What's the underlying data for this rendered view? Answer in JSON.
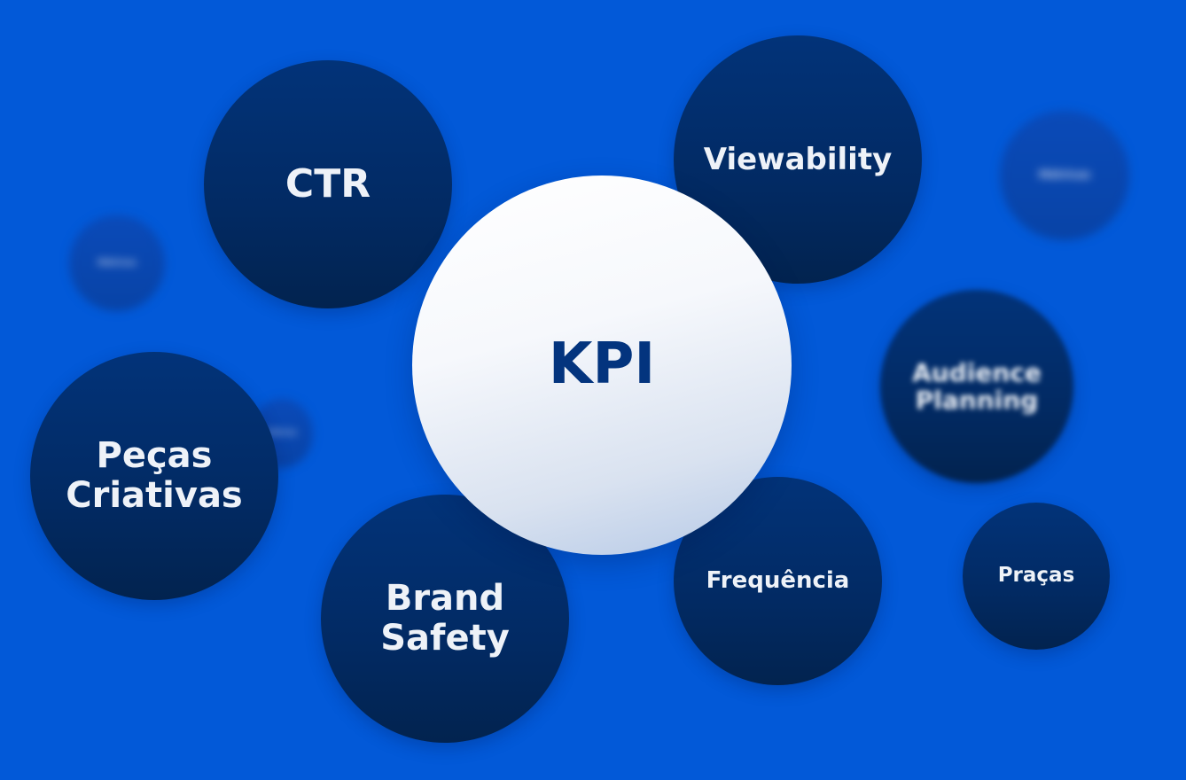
{
  "center": {
    "label": "KPI"
  },
  "bubbles": {
    "ctr": "CTR",
    "viewability": "Viewability",
    "audience": "Audience\nPlanning",
    "pecas": "Peças\nCriativas",
    "brand": "Brand\nSafety",
    "frequencia": "Frequência",
    "pracas": "Praças"
  },
  "blurred_bubbles": {
    "right": "Métricas",
    "left": "Métricas",
    "mid": "Métricas"
  },
  "colors": {
    "background": "#0259d8",
    "bubble_dark": "#022a63",
    "bubble_text": "#eef2f8",
    "kpi_bubble": "#ffffff",
    "kpi_text": "#03347e"
  }
}
